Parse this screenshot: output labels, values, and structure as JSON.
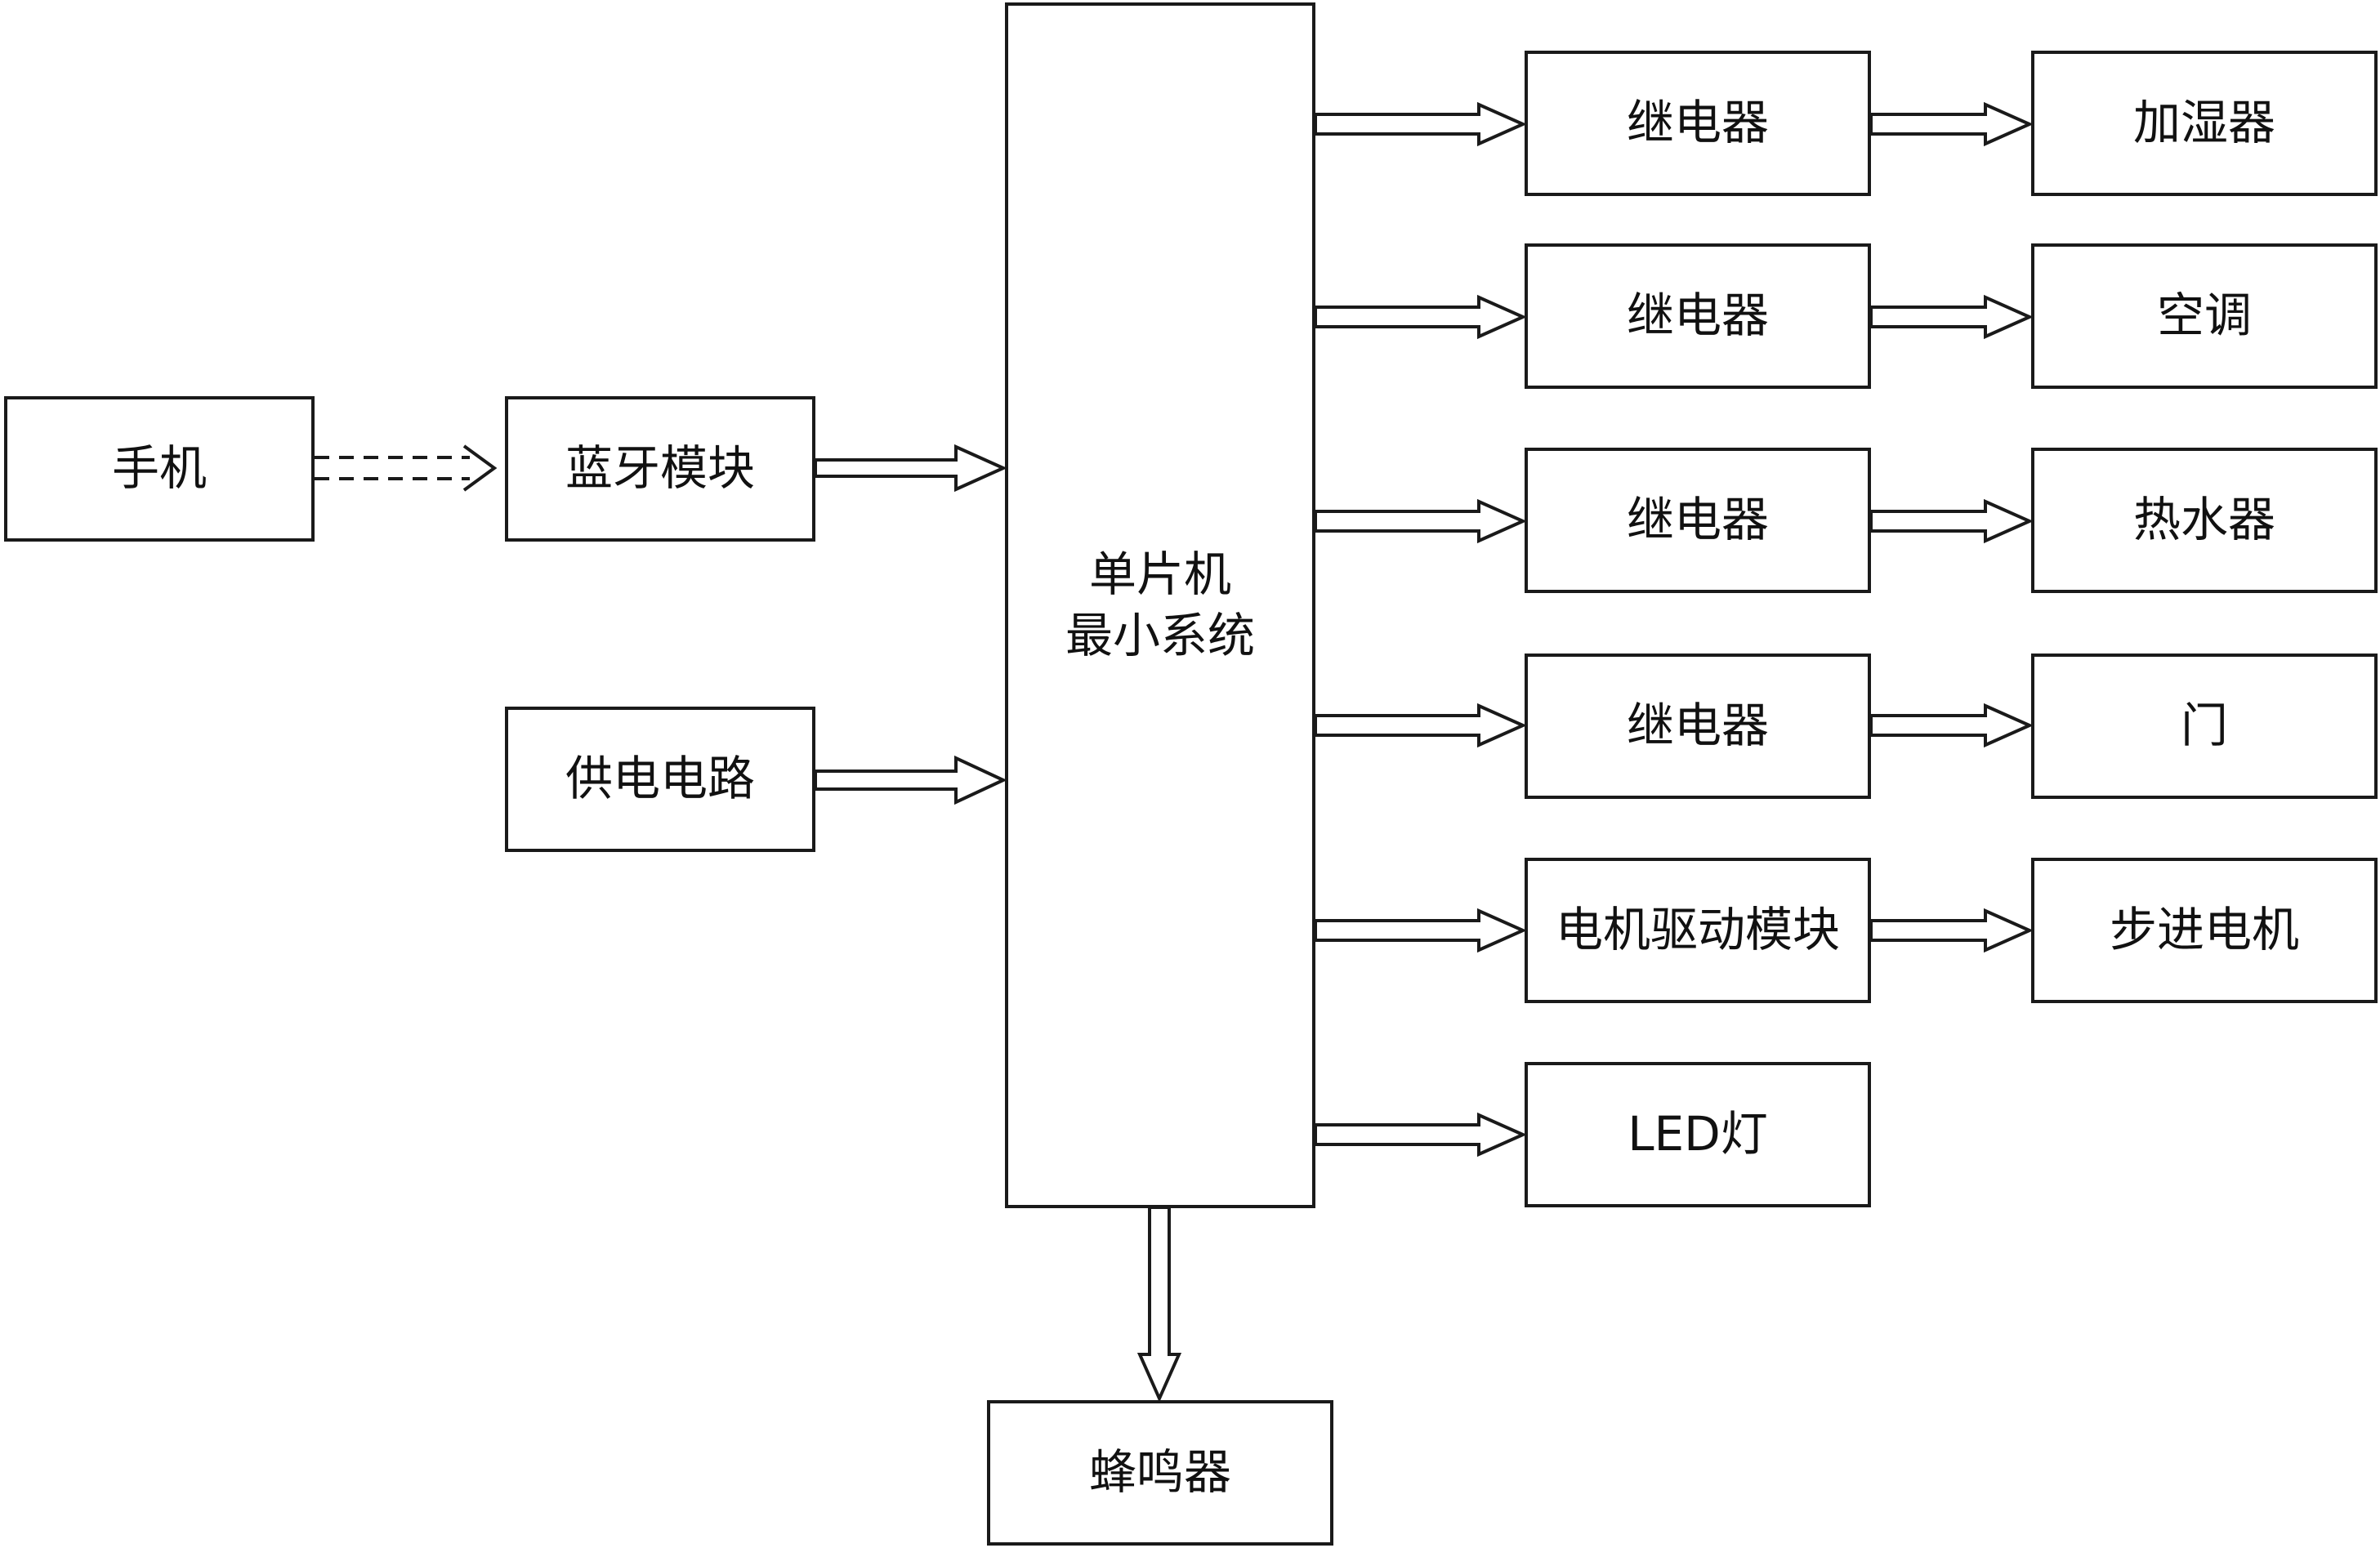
{
  "phone": "手机",
  "bluetooth": "蓝牙模块",
  "power": "供电电路",
  "mcu": {
    "line1": "单片机",
    "line2": "最小系统"
  },
  "relay1": "继电器",
  "relay2": "继电器",
  "relay3": "继电器",
  "relay4": "继电器",
  "motor_driver": "电机驱动模块",
  "led": "LED灯",
  "humidifier": "加湿器",
  "air_conditioner": "空调",
  "water_heater": "热水器",
  "door": "门",
  "stepper_motor": "步进电机",
  "buzzer": "蜂鸣器"
}
